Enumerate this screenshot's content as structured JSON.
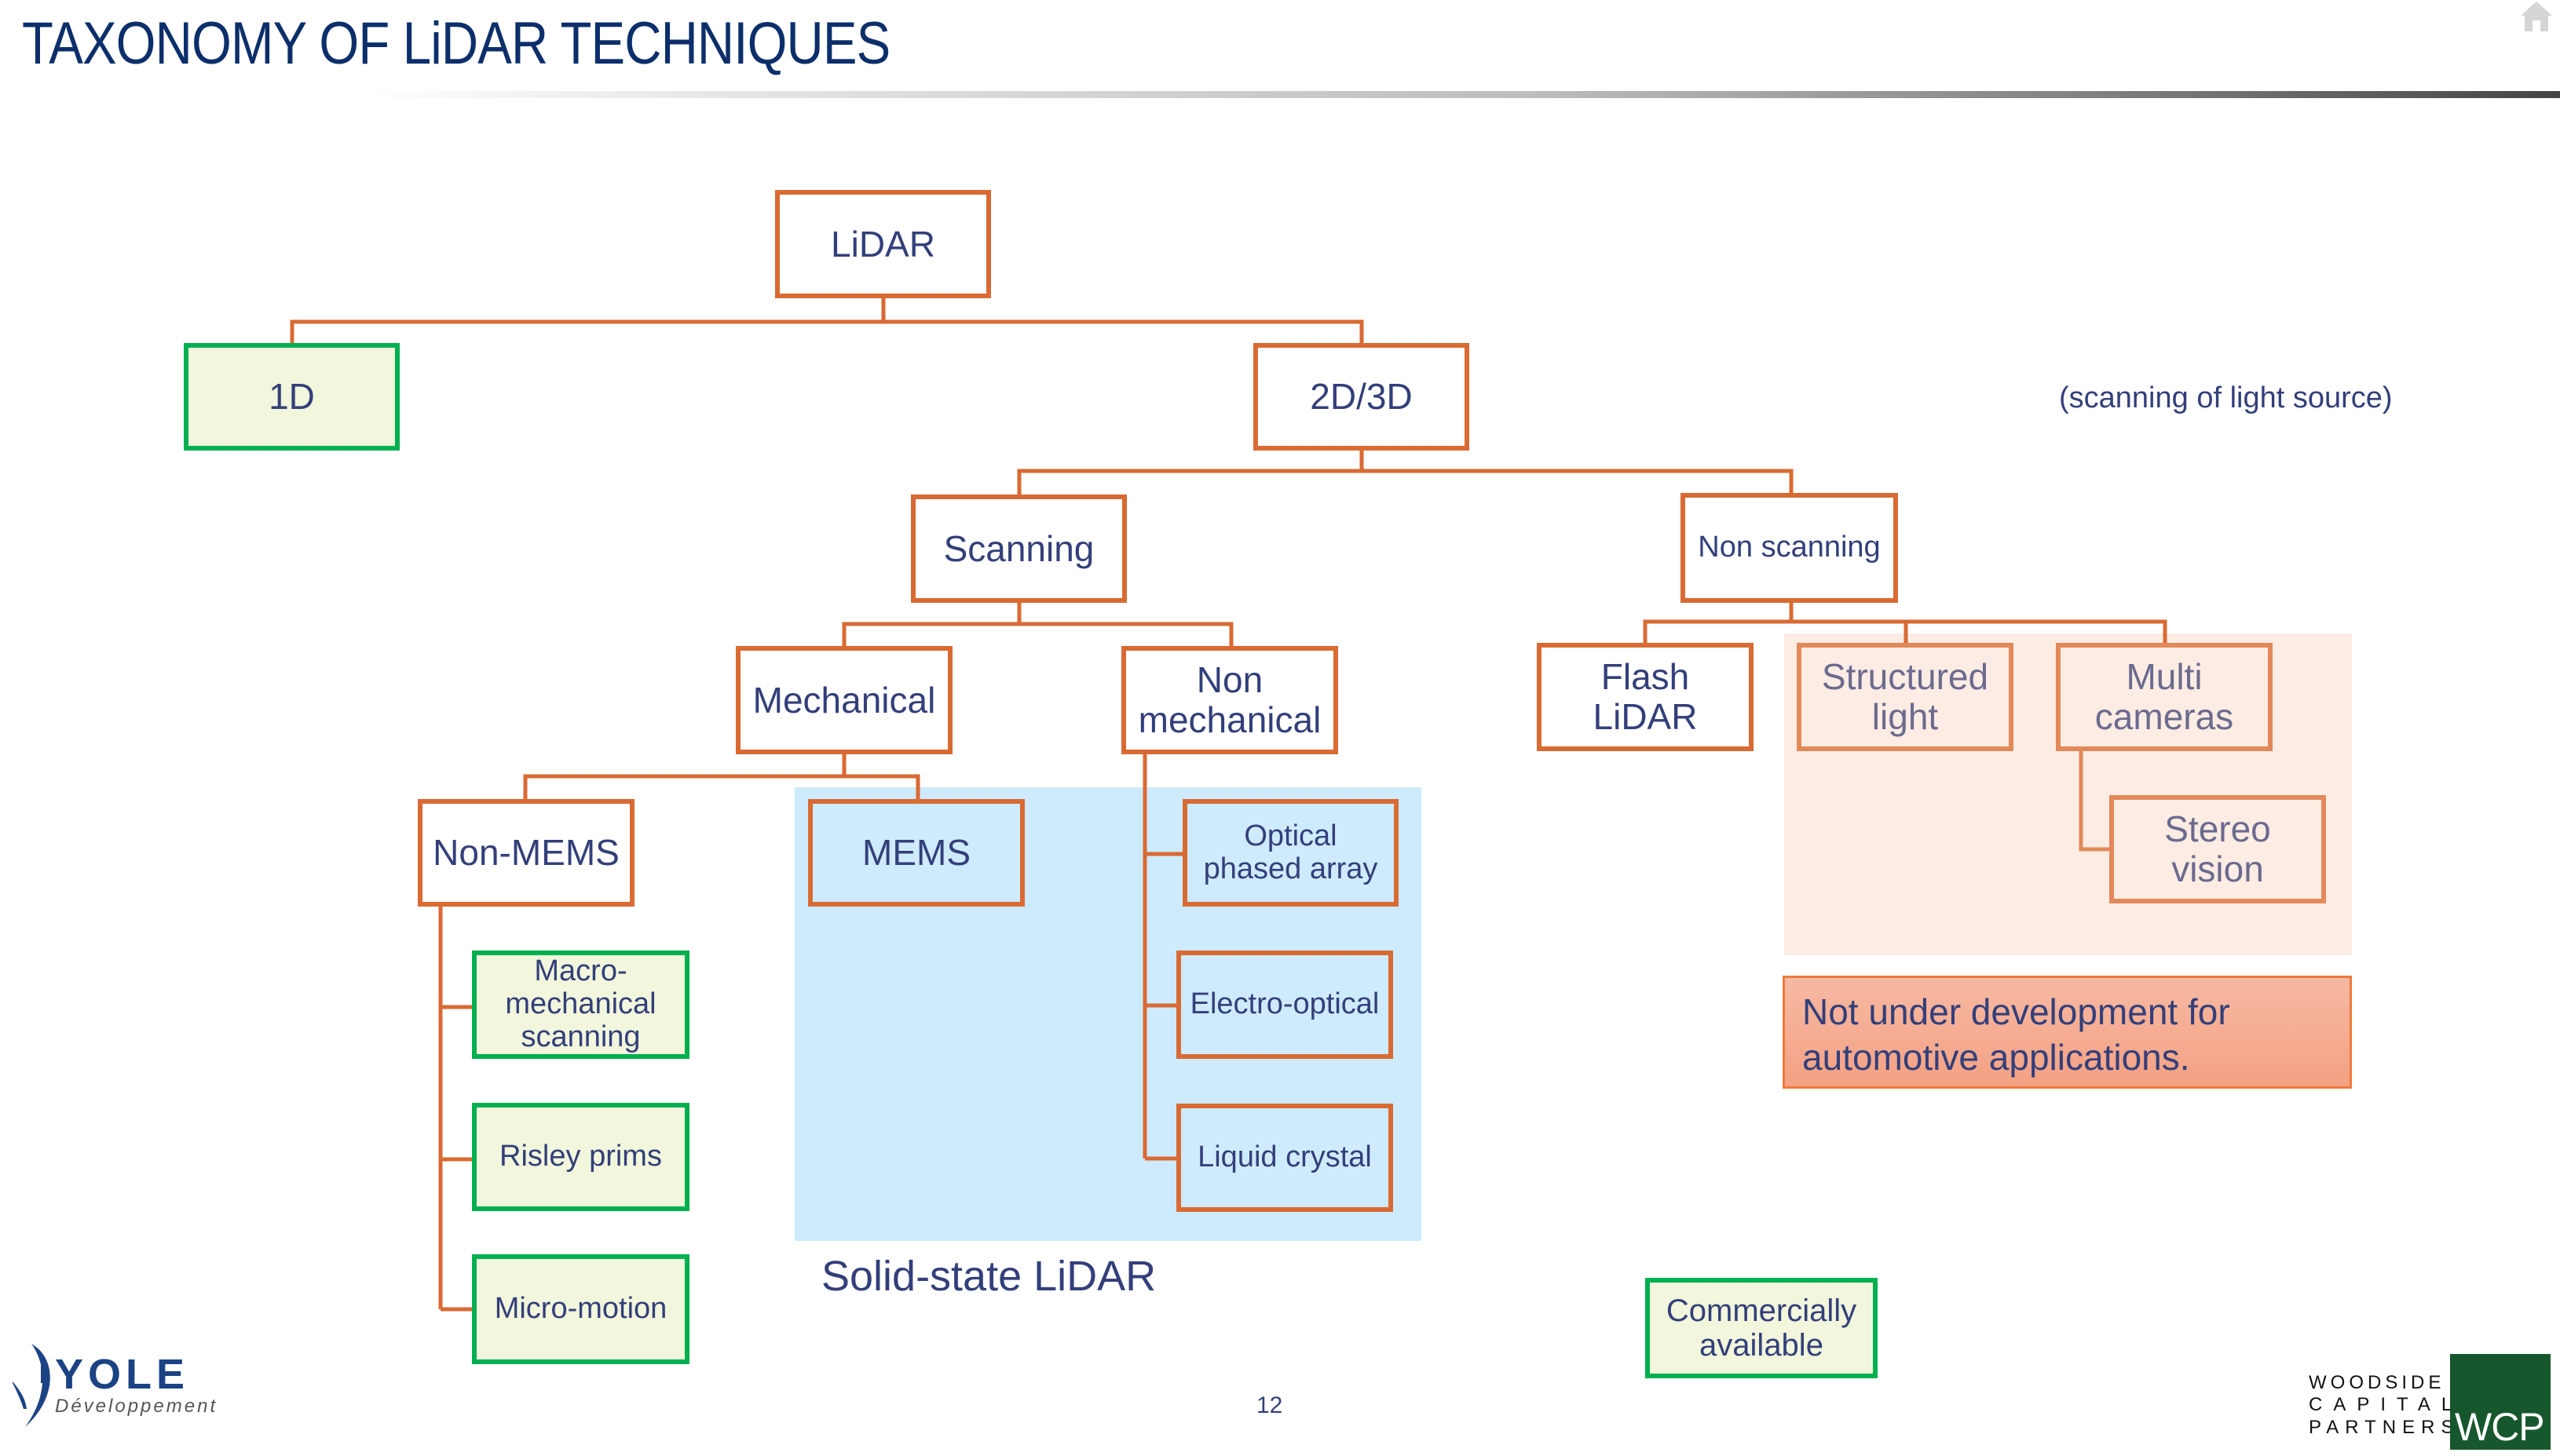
{
  "slide": {
    "title": "TAXONOMY OF LiDAR TECHNIQUES",
    "page_number": "12",
    "home_icon": "home-icon"
  },
  "diagram": {
    "nodes": {
      "lidar": "LiDAR",
      "one_d": "1D",
      "two_three_d": "2D/3D",
      "scanning": "Scanning",
      "non_scanning": "Non scanning",
      "mechanical": "Mechanical",
      "non_mechanical": "Non mechanical",
      "flash_lidar": "Flash LiDAR",
      "structured_light": "Structured light",
      "multi_cameras": "Multi cameras",
      "stereo_vision": "Stereo vision",
      "non_mems": "Non-MEMS",
      "mems": "MEMS",
      "optical_phased_array": "Optical phased array",
      "electro_optical": "Electro-optical",
      "liquid_crystal": "Liquid crystal",
      "macro_mechanical_scanning": "Macro-mechanical scanning",
      "risley_prims": "Risley prims",
      "micro_motion": "Micro-motion"
    },
    "edges": [
      [
        "lidar",
        "one_d"
      ],
      [
        "lidar",
        "two_three_d"
      ],
      [
        "two_three_d",
        "scanning"
      ],
      [
        "two_three_d",
        "non_scanning"
      ],
      [
        "scanning",
        "mechanical"
      ],
      [
        "scanning",
        "non_mechanical"
      ],
      [
        "non_scanning",
        "flash_lidar"
      ],
      [
        "non_scanning",
        "structured_light"
      ],
      [
        "non_scanning",
        "multi_cameras"
      ],
      [
        "multi_cameras",
        "stereo_vision"
      ],
      [
        "mechanical",
        "non_mems"
      ],
      [
        "mechanical",
        "mems"
      ],
      [
        "non_mechanical",
        "optical_phased_array"
      ],
      [
        "non_mechanical",
        "electro_optical"
      ],
      [
        "non_mechanical",
        "liquid_crystal"
      ],
      [
        "non_mems",
        "macro_mechanical_scanning"
      ],
      [
        "non_mems",
        "risley_prims"
      ],
      [
        "non_mems",
        "micro_motion"
      ]
    ],
    "annotations": {
      "scanning_note": "(scanning of light source)",
      "solid_state_label": "Solid-state LiDAR",
      "not_under_development": "Not under development for automotive applications."
    },
    "legend": {
      "commercially_available": "Commercially available"
    },
    "colors": {
      "node_border": "#d96a33",
      "commercial_border": "#00b050",
      "commercial_fill": "#f1f6dc",
      "solid_state_fill": "#cdebfc",
      "not_automotive_fill": "#fcece3",
      "warning_fill": "#f4a183",
      "text": "#333f7a",
      "title": "#0c2f6b"
    }
  },
  "logos": {
    "yole_name": "YOLE",
    "yole_sub": "Développement",
    "woodside_line1": "WOODSIDE",
    "woodside_line2": "CAPITAL",
    "woodside_line3": "PARTNERS",
    "wcp": "WCP"
  }
}
